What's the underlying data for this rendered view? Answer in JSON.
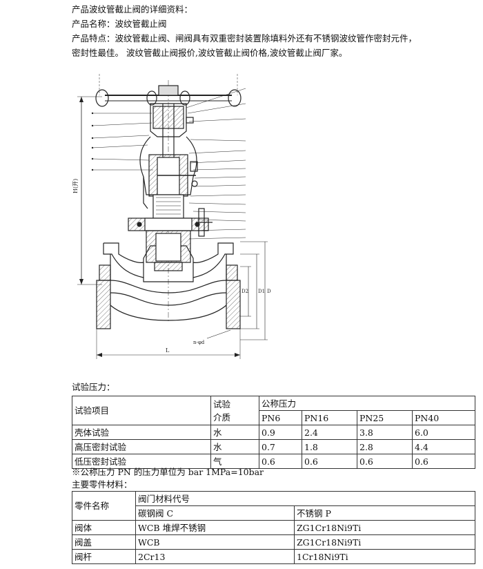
{
  "intro": {
    "heading": "产品波纹管截止阀的详细资料：",
    "name_line": "产品名称：波纹管截止阀",
    "feature_line1": "产品特点：波纹管截止阀、闸阀具有双重密封装置除填料外还有不锈钢波纹管作密封元件，",
    "feature_line2": "密封性最佳。 波纹管截止阀报价,波纹管截止阀价格,波纹管截止阀厂家。"
  },
  "drawing": {
    "dim_L": "L",
    "dim_D1": "D1",
    "dim_D2": "D2",
    "dim_D": "D",
    "dim_bolt": "n-φd",
    "dim_H": "H(开)"
  },
  "test_pressure": {
    "title": "试验压力：",
    "col_item": "试验项目",
    "col_medium_1": "试验",
    "col_medium_2": "介质",
    "col_nominal": "公称压力",
    "pn_headers": [
      "PN6",
      "PN16",
      "PN25",
      "PN40"
    ],
    "rows": [
      {
        "item": "壳体试验",
        "medium": "水",
        "values": [
          "0.9",
          "2.4",
          "3.8",
          "6.0"
        ]
      },
      {
        "item": "高压密封试验",
        "medium": "水",
        "values": [
          "0.7",
          "1.8",
          "2.8",
          "4.4"
        ]
      },
      {
        "item": "低压密封试验",
        "medium": "气",
        "values": [
          "0.6",
          "0.6",
          "0.6",
          "0.6"
        ]
      }
    ],
    "note": "※公称压力 PN 的压力单位为 bar 1MPa=10bar"
  },
  "materials": {
    "title": "主要零件材料：",
    "col_part": "零件名称",
    "col_code": "阀门材料代号",
    "col_carbon": "碳钢阀 C",
    "col_stainless": "不锈钢 P",
    "rows": [
      {
        "part": "阀体",
        "carbon": "WCB 堆焊不锈钢",
        "stainless": "ZG1Cr18Ni9Ti"
      },
      {
        "part": "阀盖",
        "carbon": "WCB",
        "stainless": "ZG1Cr18Ni9Ti"
      },
      {
        "part": "阀杆",
        "carbon": "2Cr13",
        "stainless": "1Cr18Ni9Ti"
      }
    ]
  }
}
